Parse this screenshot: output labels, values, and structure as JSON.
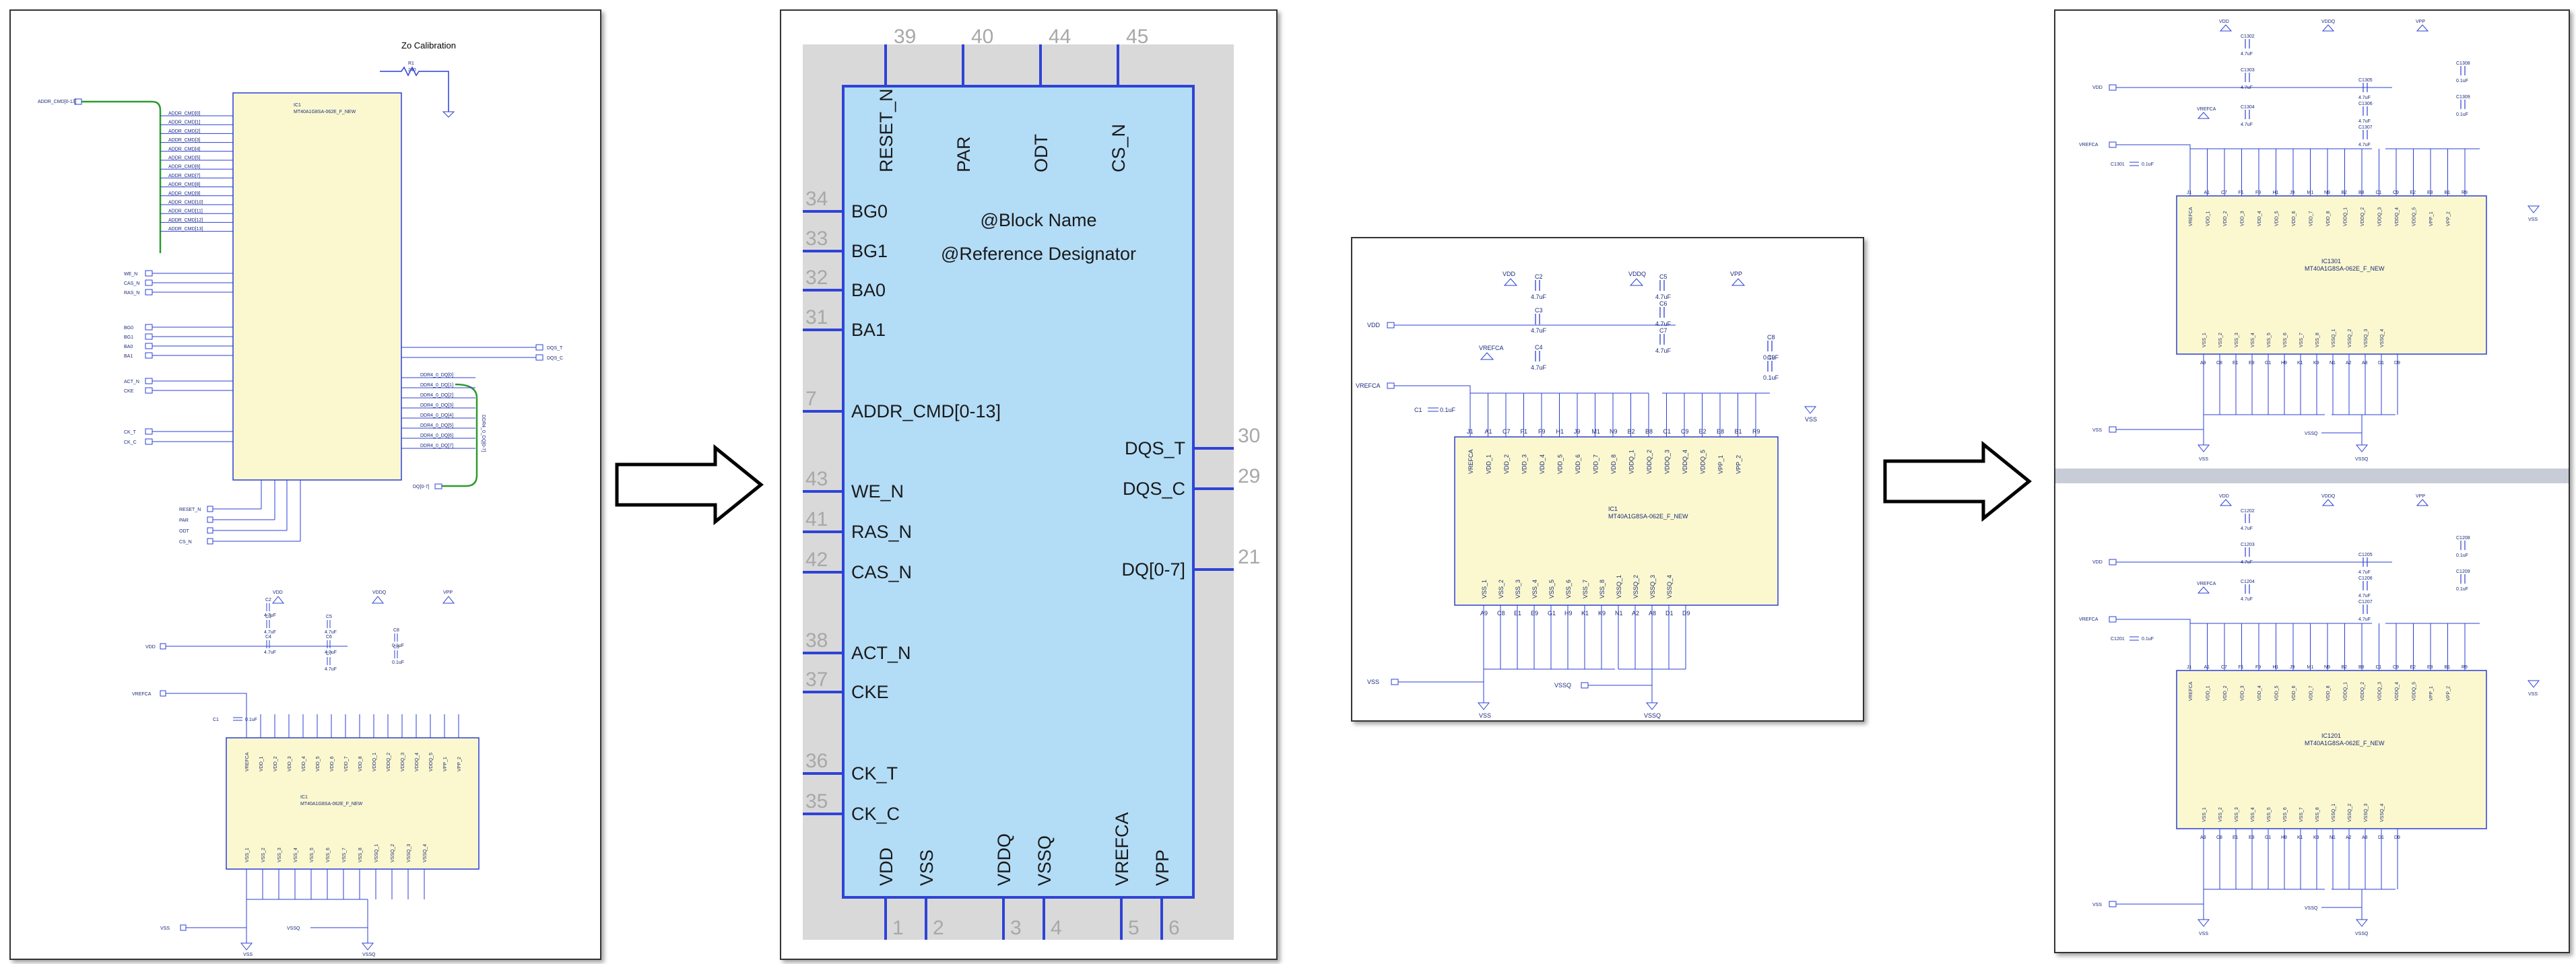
{
  "arrow_color": "#000000",
  "colors": {
    "wire": "#2b3fd6",
    "symbol_fill": "#fbf8cf",
    "block_fill": "#b3dcf6",
    "block_border": "#2f43d6",
    "bus": "#2e9a2e",
    "gray": "#d9d9d9"
  },
  "schematic": {
    "title": "Zo Calibration",
    "res": "R1",
    "res_val": "240",
    "ic1": "IC1",
    "ic1_part": "MT40A1G8SA-062E_F_NEW",
    "in_net": "ADDR_CMD[0-13]",
    "addr_pins": [
      "ADDR_CMD[0]",
      "ADDR_CMD[1]",
      "ADDR_CMD[2]",
      "ADDR_CMD[3]",
      "ADDR_CMD[4]",
      "ADDR_CMD[5]",
      "ADDR_CMD[6]",
      "ADDR_CMD[7]",
      "ADDR_CMD[8]",
      "ADDR_CMD[9]",
      "ADDR_CMD[10]",
      "ADDR_CMD[11]",
      "ADDR_CMD[12]",
      "ADDR_CMD[13]"
    ],
    "ctrl_nets": [
      "WE_N",
      "CAS_N",
      "RAS_N",
      "BG0",
      "BG1",
      "BA0",
      "BA1",
      "ACT_N",
      "CKE",
      "CK_T",
      "CK_C"
    ],
    "bottom_nets": [
      "RESET_N",
      "PAR",
      "ODT",
      "CS_N"
    ],
    "out_nets": [
      "DQS_T",
      "DQS_C"
    ],
    "dq_pins": [
      "DDR4_0_DQ[0]",
      "DDR4_0_DQ[1]",
      "DDR4_0_DQ[2]",
      "DDR4_0_DQ[3]",
      "DDR4_0_DQ[4]",
      "DDR4_0_DQ[5]",
      "DDR4_0_DQ[6]",
      "DDR4_0_DQ[7]"
    ],
    "dq_bus": "DDR4_0_DQ[0-7]",
    "dq_port": "DQ[0-7]"
  },
  "block": {
    "name": "@Block Name",
    "designator": "@Reference Designator",
    "top_pins": [
      {
        "label": "RESET_N",
        "num": "39"
      },
      {
        "label": "PAR",
        "num": "40"
      },
      {
        "label": "ODT",
        "num": "44"
      },
      {
        "label": "CS_N",
        "num": "45"
      }
    ],
    "left_pins": [
      {
        "label": "BG0",
        "num": "34"
      },
      {
        "label": "BG1",
        "num": "33"
      },
      {
        "label": "BA0",
        "num": "32"
      },
      {
        "label": "BA1",
        "num": "31"
      },
      {
        "label": "ADDR_CMD[0-13]",
        "num": "7"
      },
      {
        "label": "WE_N",
        "num": "43"
      },
      {
        "label": "RAS_N",
        "num": "41"
      },
      {
        "label": "CAS_N",
        "num": "42"
      },
      {
        "label": "ACT_N",
        "num": "38"
      },
      {
        "label": "CKE",
        "num": "37"
      },
      {
        "label": "CK_T",
        "num": "36"
      },
      {
        "label": "CK_C",
        "num": "35"
      }
    ],
    "right_pins": [
      {
        "label": "DQS_T",
        "num": "30"
      },
      {
        "label": "DQS_C",
        "num": "29"
      },
      {
        "label": "DQ[0-7]",
        "num": "21"
      }
    ],
    "bottom_pins": [
      {
        "label": "VDD",
        "num": "1"
      },
      {
        "label": "VSS",
        "num": "2"
      },
      {
        "label": "VDDQ",
        "num": "3"
      },
      {
        "label": "VSSQ",
        "num": "4"
      },
      {
        "label": "VREFCA",
        "num": "5"
      },
      {
        "label": "VPP",
        "num": "6"
      }
    ]
  },
  "power": {
    "ic": "IC1",
    "part": "MT40A1G8SA-062E_F_NEW",
    "rails": {
      "vdd": "VDD",
      "vss": "VSS",
      "vddq": "VDDQ",
      "vssq": "VSSQ",
      "vpp": "VPP",
      "vrefca": "VREFCA"
    },
    "caps": [
      {
        "ref": "C1",
        "val": "0.1uF"
      },
      {
        "ref": "C2",
        "val": "4.7uF"
      },
      {
        "ref": "C3",
        "val": "4.7uF"
      },
      {
        "ref": "C4",
        "val": "4.7uF"
      },
      {
        "ref": "C5",
        "val": "4.7uF"
      },
      {
        "ref": "C6",
        "val": "4.7uF"
      },
      {
        "ref": "C7",
        "val": "4.7uF"
      },
      {
        "ref": "C8",
        "val": "0.1uF"
      },
      {
        "ref": "C9",
        "val": "0.1uF"
      }
    ],
    "top_pins": [
      "VREFCA",
      "VDD_1",
      "VDD_2",
      "VDD_3",
      "VDD_4",
      "VDD_5",
      "VDD_6",
      "VDD_7",
      "VDD_8",
      "VDDQ_1",
      "VDDQ_2",
      "VDDQ_3",
      "VDDQ_4",
      "VDDQ_5",
      "VPP_1",
      "VPP_2"
    ],
    "top_nums": [
      "J1",
      "A1",
      "C7",
      "F1",
      "F9",
      "H1",
      "J9",
      "M1",
      "N9",
      "B2",
      "B8",
      "C1",
      "C9",
      "E2",
      "E8",
      "B1",
      "R9"
    ],
    "bot_pins": [
      "VSS_1",
      "VSS_2",
      "VSS_3",
      "VSS_4",
      "VSS_5",
      "VSS_6",
      "VSS_7",
      "VSS_8",
      "VSSQ_1",
      "VSSQ_2",
      "VSSQ_3",
      "VSSQ_4"
    ],
    "bot_nums": [
      "A9",
      "C8",
      "E1",
      "E9",
      "G1",
      "H9",
      "K1",
      "K9",
      "N1",
      "A2",
      "A8",
      "D1",
      "D9"
    ]
  },
  "copies": [
    {
      "ic": "IC1301",
      "part": "MT40A1G8SA-062E_F_NEW",
      "caps": [
        "C1302",
        "C1303",
        "C1304",
        "C1305",
        "C1306",
        "C1307",
        "C1308",
        "C1309",
        "C1301"
      ]
    },
    {
      "ic": "IC1201",
      "part": "MT40A1G8SA-062E_F_NEW",
      "caps": [
        "C1202",
        "C1203",
        "C1204",
        "C1205",
        "C1206",
        "C1207",
        "C1208",
        "C1209",
        "C1201"
      ]
    }
  ]
}
